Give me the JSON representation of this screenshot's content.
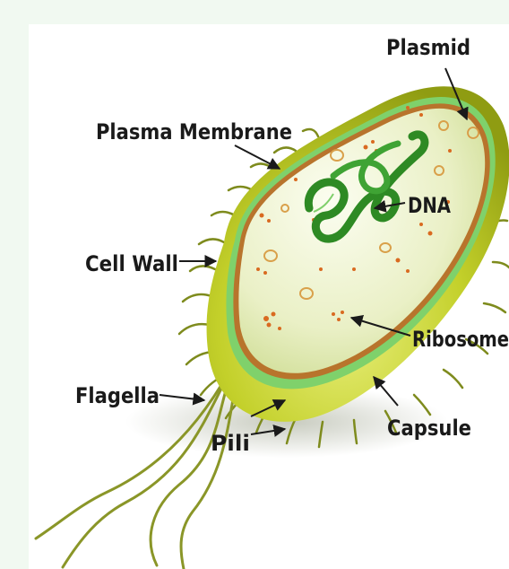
{
  "labels": {
    "plasmid": "Plasmid",
    "plasma_membrane": "Plasma Membrane",
    "dna": "DNA",
    "cell_wall": "Cell Wall",
    "ribosome": "Ribosome",
    "flagella": "Flagella",
    "capsule": "Capsule",
    "pili": "Pili"
  },
  "colors": {
    "background": "#f1f9f1",
    "capsule": "#b9c722",
    "cytoplasm": "#eef2c9",
    "membrane": "#b8742c",
    "cell_wall": "#7fd16b",
    "dna": "#2e8a24",
    "ribosome": "#d96a20",
    "appendage": "#7e8b1d"
  }
}
